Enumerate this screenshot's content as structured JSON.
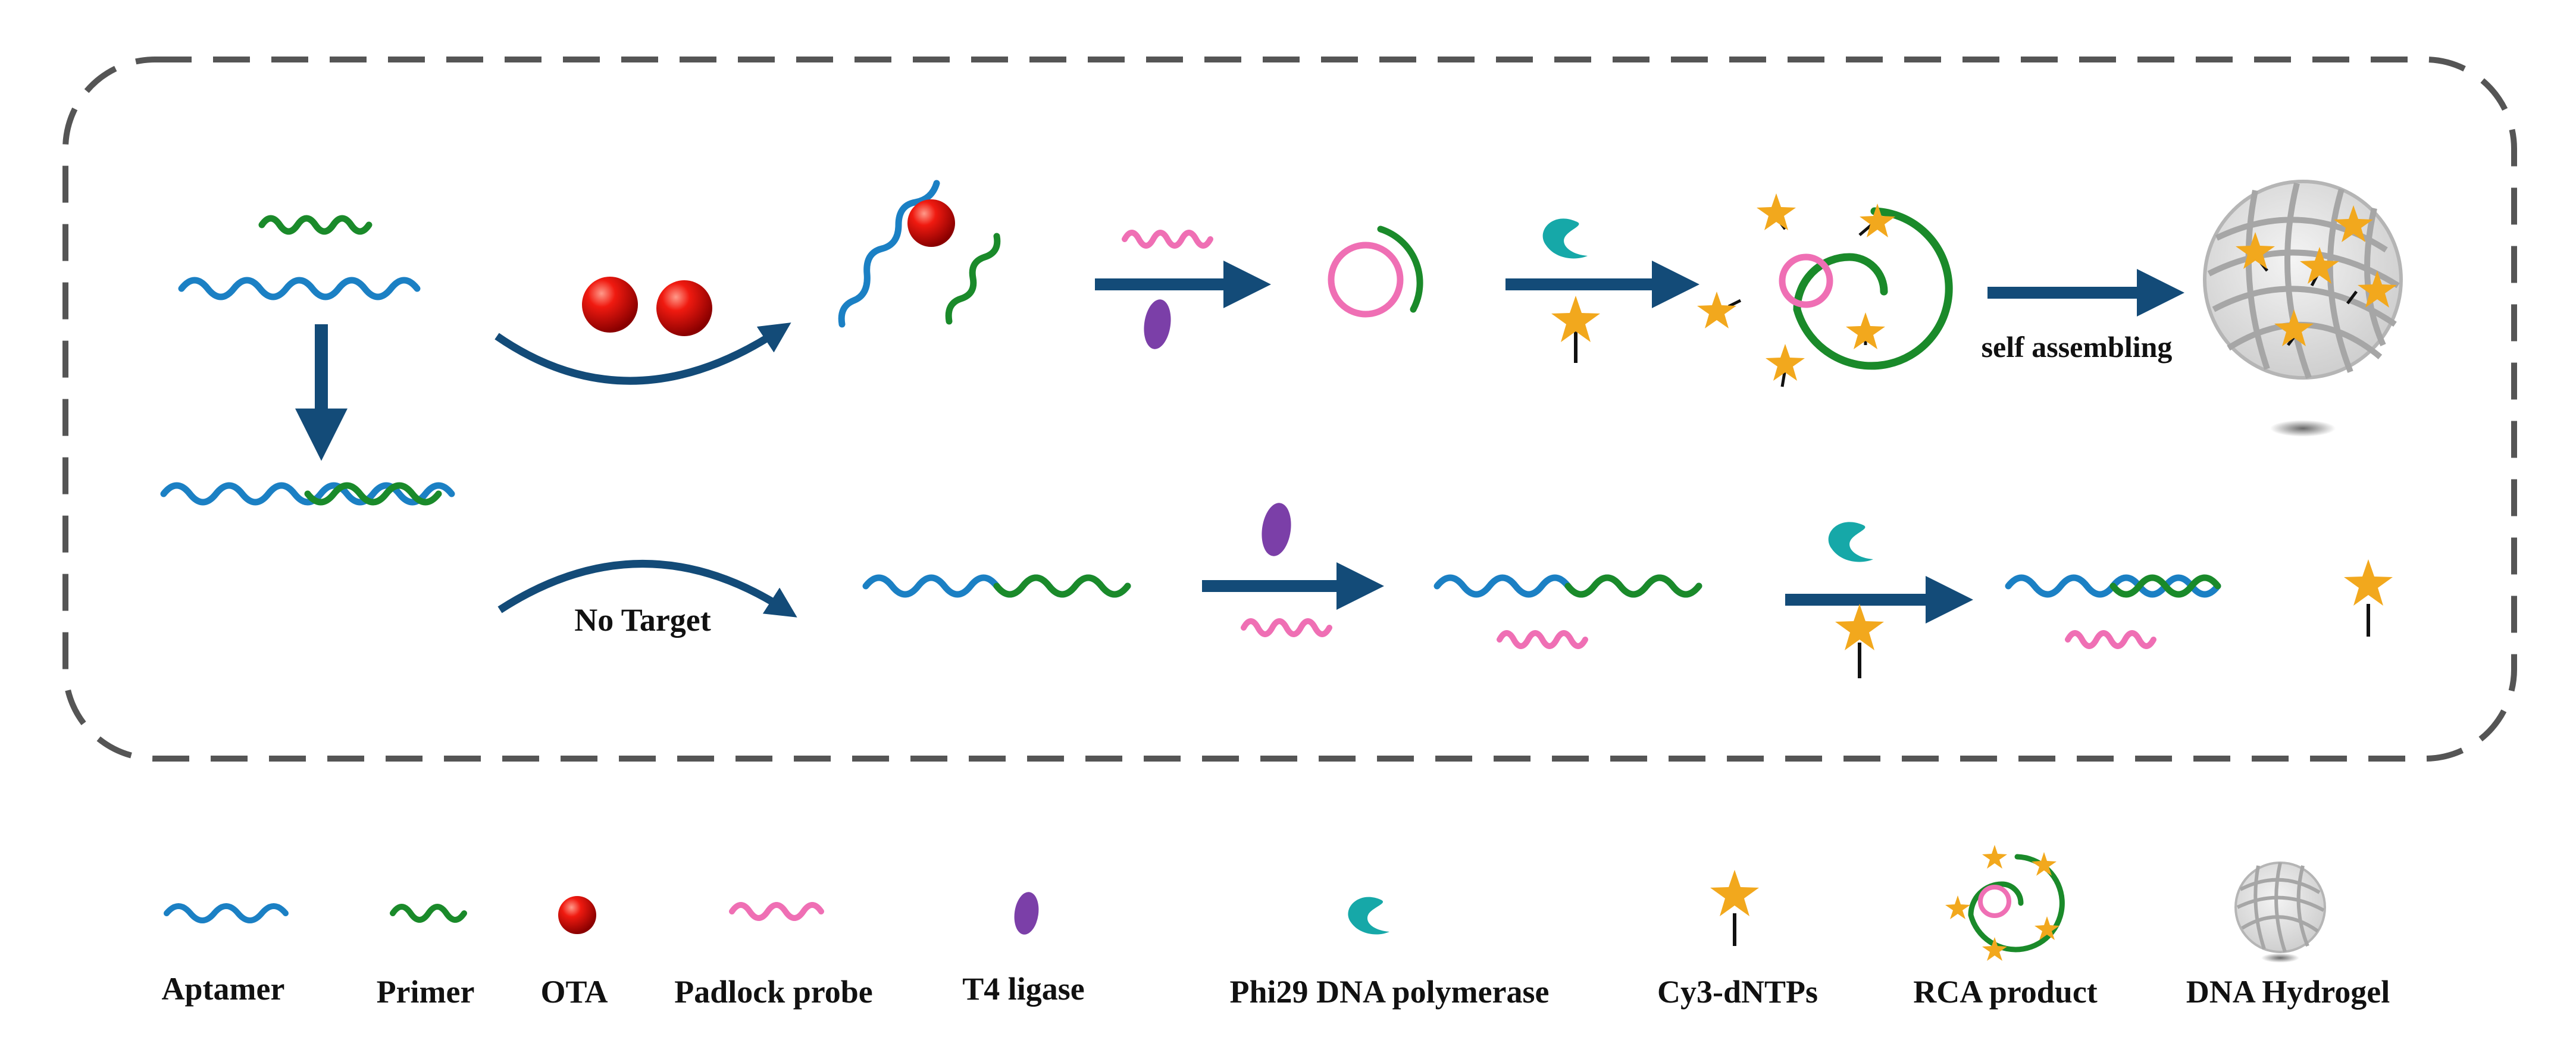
{
  "process": {
    "no_target_label": "No Target",
    "self_assembling_label": "self assembling"
  },
  "legend": {
    "aptamer": "Aptamer",
    "primer": "Primer",
    "ota": "OTA",
    "padlock_probe": "Padlock probe",
    "t4_ligase": "T4 ligase",
    "phi29": "Phi29 DNA polymerase",
    "cy3_dntps": "Cy3-dNTPs",
    "rca_product": "RCA product",
    "dna_hydrogel": "DNA Hydrogel"
  },
  "colors": {
    "aptamer": "#1b80c4",
    "primer": "#1a8a2a",
    "ota": "#e01010",
    "padlock_probe": "#ef6fb4",
    "t4_ligase": "#7b3fa8",
    "phi29": "#16a8a8",
    "star": "#f2a81d",
    "arrow": "#134b78",
    "frame": "#555555",
    "hydrogel": "#aaaaaa"
  }
}
